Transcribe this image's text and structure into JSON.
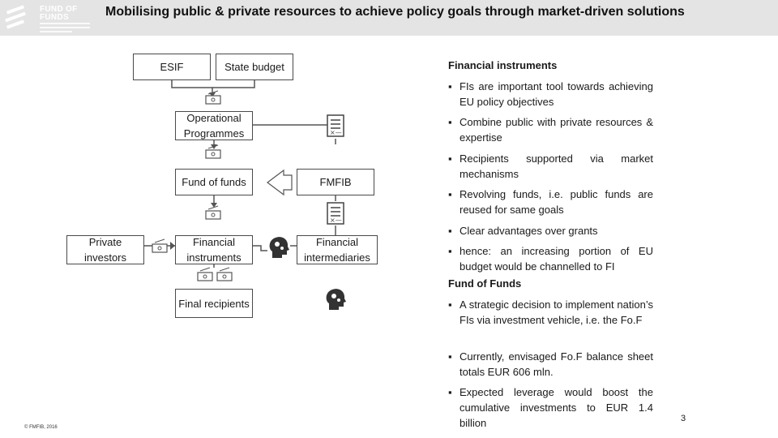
{
  "header": {
    "title": "Mobilising public & private resources to achieve policy goals through market-driven solutions",
    "logo_line1": "FUND OF",
    "logo_line2": "FUNDS"
  },
  "diagram": {
    "esif": "ESIF",
    "state_budget": "State budget",
    "operational_programmes": "Operational Programmes",
    "fund_of_funds": "Fund of funds",
    "fmfib": "FMFIB",
    "private_investors": "Private investors",
    "financial_instruments": "Financial instruments",
    "financial_intermediaries": "Financial intermediaries",
    "final_recipients": "Final recipients"
  },
  "right_panel": {
    "heading1": "Financial instruments",
    "bullets1": [
      "FIs are important tool towards achieving EU policy objectives",
      "Combine public with private resources & expertise",
      "Recipients supported via market mechanisms",
      "Revolving funds, i.e. public funds are reused for same goals",
      "Clear advantages over grants",
      "hence: an increasing portion of EU budget would be channelled to FI"
    ],
    "heading2": "Fund of Funds",
    "bullets2": [
      "A strategic decision to implement nation’s FIs via investment vehicle, i.e. the Fo.F",
      "Currently, envisaged Fo.F balance sheet totals EUR 606 mln.",
      "Expected leverage would boost the cumulative investments to EUR 1.4 billion"
    ],
    "bullet_symbol": "▪"
  },
  "footer": {
    "copyright": "© FMFIB, 2016",
    "page": "3"
  },
  "icons": {
    "cash": "cash-icon",
    "document": "document-icon",
    "head": "head-gears-icon"
  },
  "colors": {
    "header_bg": "#e4e4e4",
    "border": "#4a4a4a",
    "arrow": "#555555"
  }
}
